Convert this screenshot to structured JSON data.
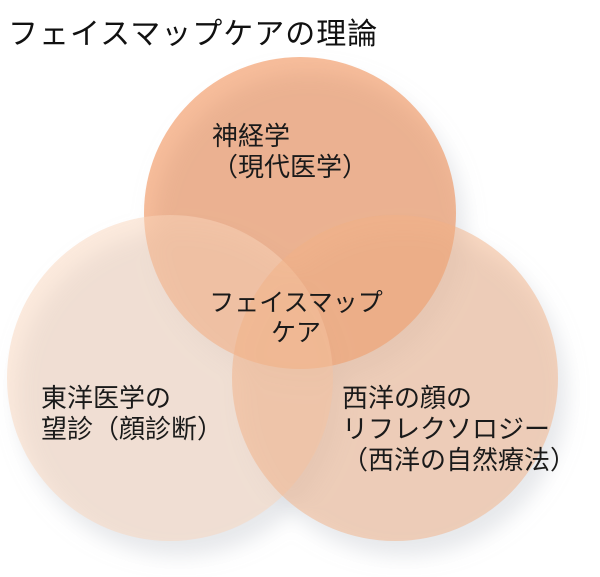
{
  "title": "フェイスマップケアの理論",
  "diagram": {
    "type": "venn-3",
    "background": "#FFFFFF",
    "text_color": "#1A1A1A",
    "top_circle": {
      "line1": "神経学",
      "line2": "（現代医学）",
      "fill_solid": "#F7BD9B",
      "fill_rgba": "rgba(239,123,55,0.5)"
    },
    "left_circle": {
      "line1": "東洋医学の",
      "line2": "望診（顔診断）",
      "fill_solid": "#FCEADD",
      "fill_rgba": "rgba(249,213,187,0.5)"
    },
    "right_circle": {
      "line1": "西洋の顔の",
      "line2": "リフレクソロジー",
      "line3": "（西洋の自然療法）",
      "fill_solid": "#F9D8C2",
      "fill_rgba": "rgba(243,177,133,0.5)"
    },
    "center": {
      "line1": "フェイスマップ",
      "line2": "ケア"
    },
    "overlap_colors": {
      "top_left": "#F8C9AB",
      "top_right": "#F5B790",
      "left_right": "#F8CEB1",
      "triple": "#F5BD98"
    }
  }
}
